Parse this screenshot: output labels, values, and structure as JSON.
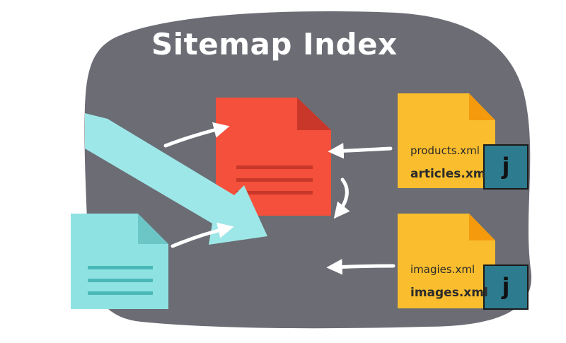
{
  "title": "Sitemap Index",
  "files": [
    {
      "top_label": "products.xml",
      "bottom_label": "articles.xm",
      "badge": "j"
    },
    {
      "top_label": "imagies.xml",
      "bottom_label": "images.xml",
      "badge": "j"
    }
  ],
  "icons": [
    "red-sitemap-index-document-icon",
    "cyan-sitemap-document-icon",
    "yellow-xml-document-icon",
    "cyan-diagonal-arrow-icon",
    "white-curved-arrow-icon"
  ],
  "colors": {
    "blob": "#6b6c74",
    "red_doc": "#f4503b",
    "red_doc_lines": "#c8372a",
    "cyan_doc": "#8ee3e2",
    "cyan_doc_fold": "#6bc6c5",
    "yellow_doc": "#f9bd2d",
    "yellow_doc_fold": "#f49a0c",
    "badge": "#2d7b8e",
    "arrow_cyan": "#9ee7e8",
    "arrow_white": "#ffffff"
  }
}
